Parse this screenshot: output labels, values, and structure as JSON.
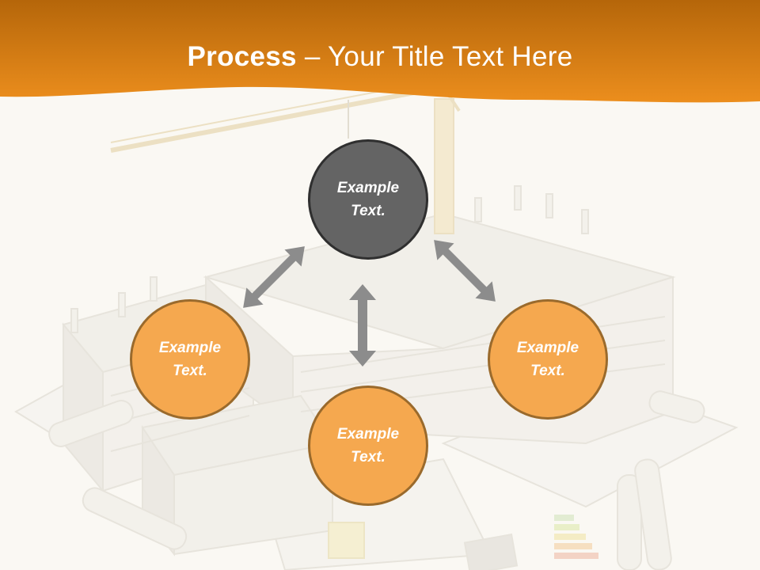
{
  "slide": {
    "title_bold": "Process",
    "title_dash": " – ",
    "title_rest": "Your Title Text Here",
    "colors": {
      "banner_top": "#b86608",
      "banner_bottom": "#e98a1a",
      "circle_orange": "#f5a84f",
      "circle_gray": "#646464",
      "arrow": "#8c8c8c"
    }
  },
  "nodes": {
    "top": "Example Text.",
    "left": "Example Text.",
    "bottom": "Example Text.",
    "right": "Example Text."
  }
}
